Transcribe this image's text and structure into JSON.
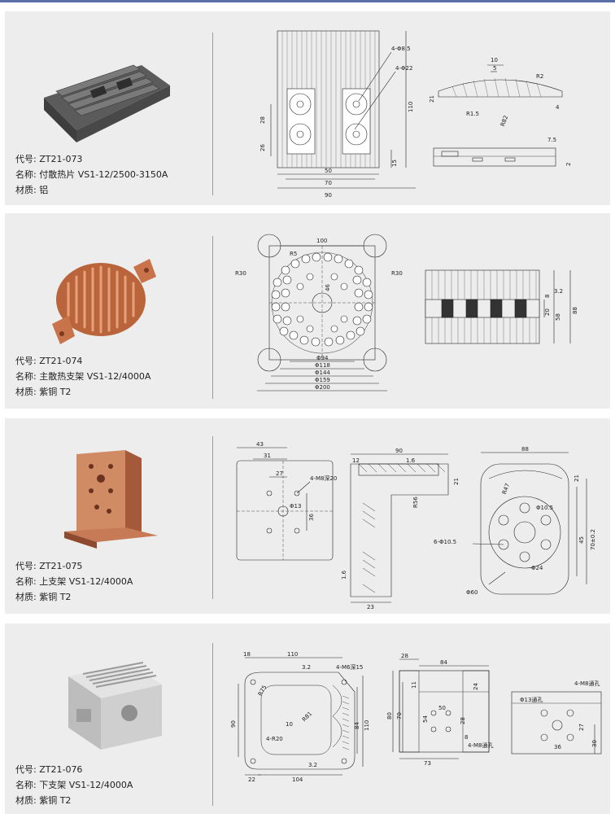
{
  "labels": {
    "code": "代号:",
    "name": "名称:",
    "material": "材质:"
  },
  "parts": [
    {
      "code": "ZT21-073",
      "name": "付散热片 VS1-12/2500-3150A",
      "material": "铝",
      "dims": {
        "a": "4-Φ8.5",
        "b": "4-Φ22",
        "c": "28",
        "d": "26",
        "e": "110",
        "f": "15",
        "g": "50",
        "h": "70",
        "i": "90",
        "j": "10",
        "k": "5",
        "l": "R2",
        "m": "21",
        "n": "R1.5",
        "o": "R82",
        "p": "4",
        "q": "7.5",
        "r": "2"
      }
    },
    {
      "code": "ZT21-074",
      "name": "主散热支架 VS1-12/4000A",
      "material": "紫铜 T2",
      "dims": {
        "a": "100",
        "b": "R5",
        "c": "R30",
        "d": "R30",
        "e": "46",
        "f": "Φ94",
        "g": "Φ118",
        "h": "Φ144",
        "i": "Φ159",
        "j": "Φ200",
        "k": "8",
        "l": "20",
        "m": "58",
        "n": "88",
        "o": "3.2"
      }
    },
    {
      "code": "ZT21-075",
      "name": "上支架 VS1-12/4000A",
      "material": "紫铜 T2",
      "dims": {
        "a": "43",
        "b": "31",
        "c": "27",
        "d": "4-M8深20",
        "e": "Φ13",
        "f": "36",
        "g": "90",
        "h": "12",
        "i": "1.6",
        "j": "21",
        "k": "R56",
        "l": "1.6",
        "m": "23",
        "n": "88",
        "o": "21",
        "p": "R47",
        "q": "Φ10.5",
        "r": "45",
        "s": "70±0.2",
        "t": "6-Φ10.5",
        "u": "Φ24",
        "v": "Φ60"
      }
    },
    {
      "code": "ZT21-076",
      "name": "下支架 VS1-12/4000A",
      "material": "紫铜 T2",
      "dims": {
        "a": "18",
        "b": "110",
        "c": "3.2",
        "d": "4-M6深15",
        "e": "R75",
        "f": "10",
        "g": "R81",
        "h": "90",
        "i": "84",
        "j": "110",
        "k": "4-R20",
        "l": "22",
        "m": "104",
        "n": "3.2",
        "o": "28",
        "p": "84",
        "q": "11",
        "r": "24",
        "s": "80",
        "t": "70",
        "u": "54",
        "v": "50",
        "w": "28",
        "x": "8",
        "y": "4-M8通孔",
        "z": "73",
        "aa": "Φ13通孔",
        "ab": "4-M8通孔",
        "ac": "27",
        "ad": "36",
        "ae": "30"
      }
    }
  ],
  "colors": {
    "aluminum": "#6d6d6d",
    "copper": "#c8734a",
    "steel": "#cfcfcf",
    "line": "#222222"
  }
}
